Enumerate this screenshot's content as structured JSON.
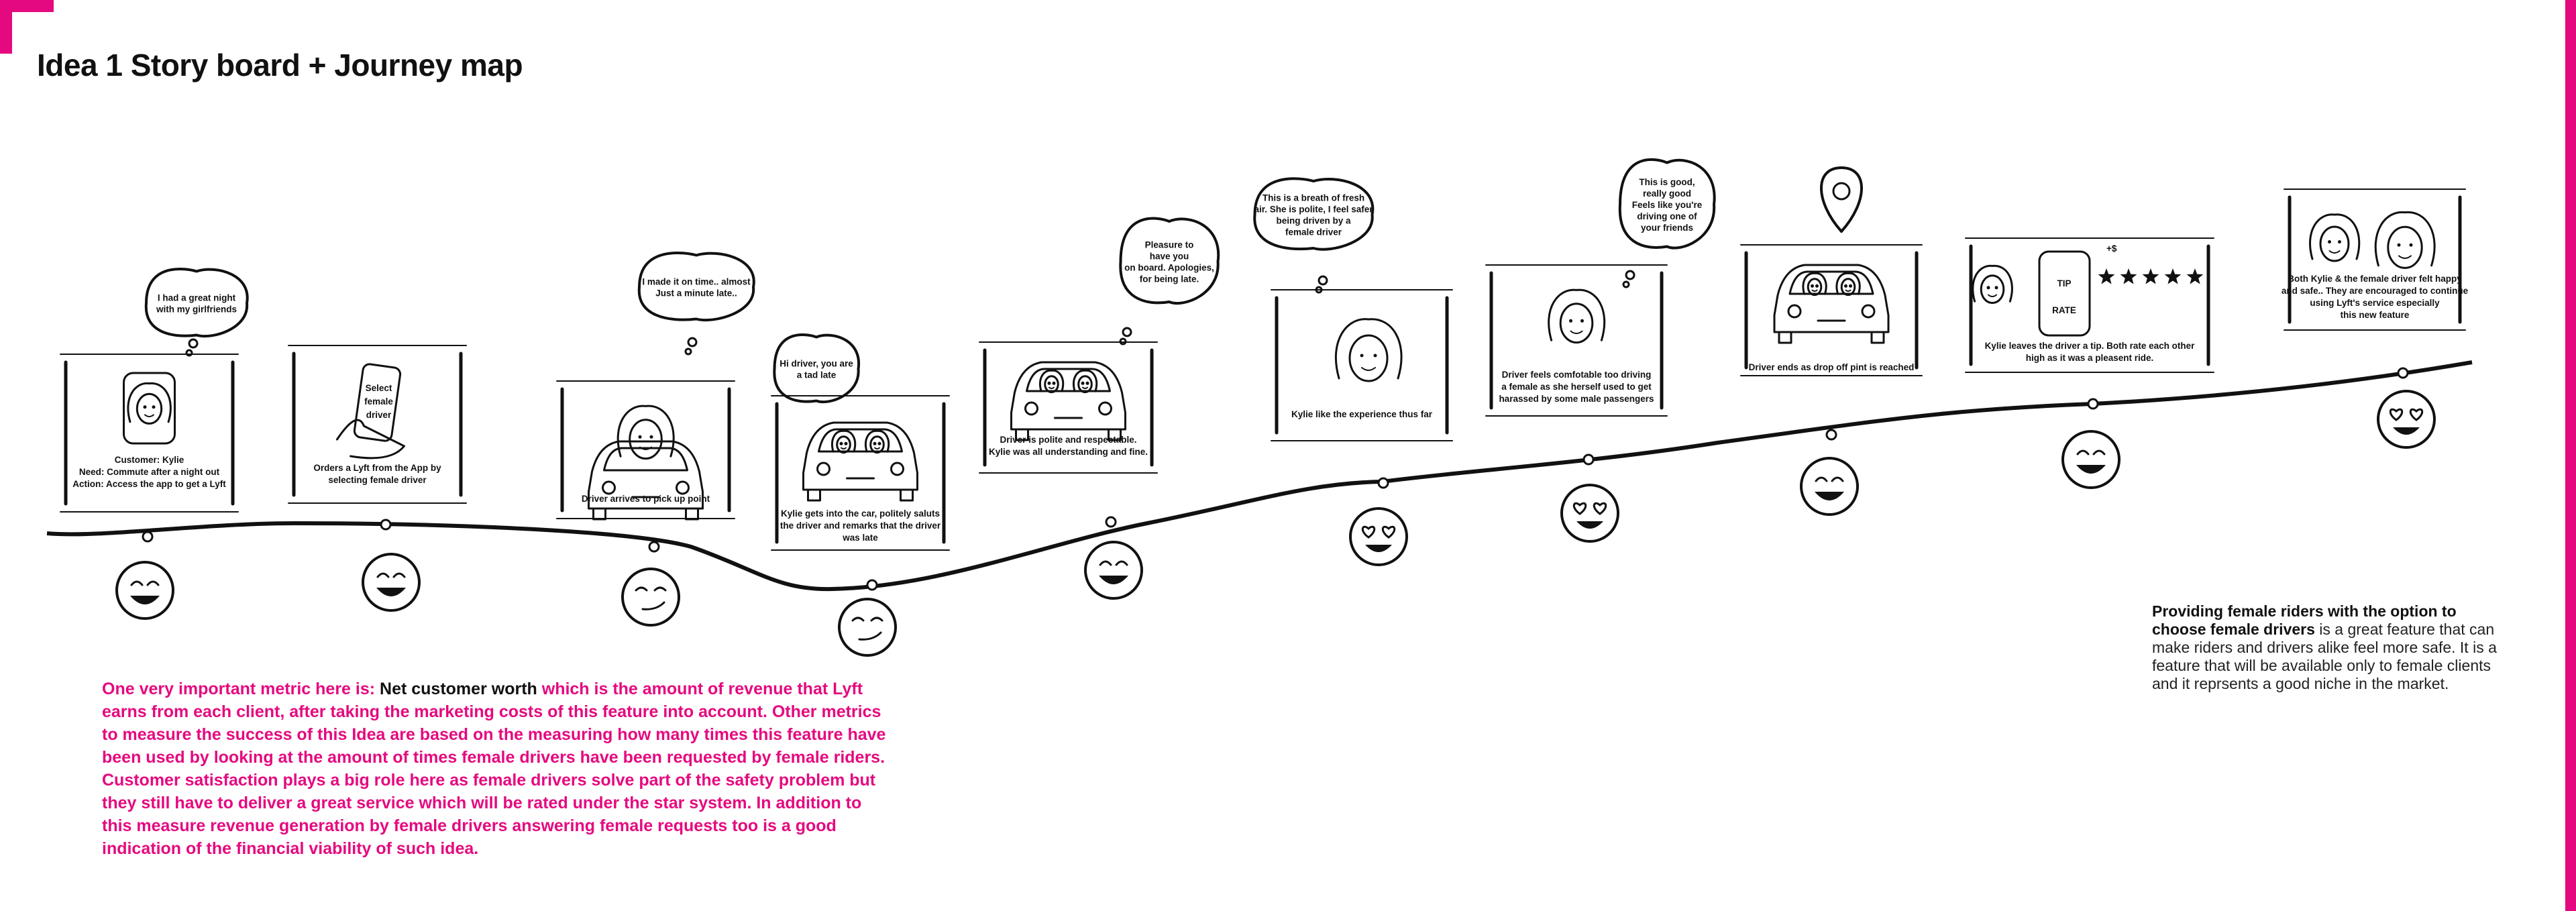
{
  "title": "Idea 1 Story board + Journey map",
  "colors": {
    "accent": "#e5097f",
    "ink": "#111111"
  },
  "steps": [
    {
      "bubble": [
        "I had a great night",
        "with my girlfriends"
      ],
      "caption": [
        "Customer: Kylie",
        "Need: Commute after a night out",
        "Action: Access the app to get a Lyft"
      ],
      "emotion": "happy-face"
    },
    {
      "bubble": [],
      "caption": [
        "Orders a Lyft from the App by",
        "selecting female driver"
      ],
      "emotion": "happy-face"
    },
    {
      "bubble": [
        "I made it on time.. almost",
        "Just a minute late.."
      ],
      "caption": [
        "Driver arrives to pick up point"
      ],
      "emotion": "smirk-face"
    },
    {
      "bubble": [
        "Hi driver, you are",
        "a tad late"
      ],
      "caption": [
        "Kylie gets into the car, politely saluts",
        "the driver and remarks that the driver",
        "was late"
      ],
      "emotion": "smirk-face"
    },
    {
      "bubble": [
        "Pleasure to",
        "have you",
        "on board. Apologies,",
        "for being late."
      ],
      "caption": [
        "Driver is polite and respectable.",
        "Kylie was all understanding and fine."
      ],
      "emotion": "happy-face"
    },
    {
      "bubble": [
        "This is a breath of fresh",
        "air. She is polite, I feel safer",
        "being driven by a",
        "female driver"
      ],
      "caption": [
        "Kylie like the experience thus far"
      ],
      "emotion": "heart-eyes-face"
    },
    {
      "bubble": [
        "This is good,",
        "really good",
        "Feels like you're",
        "driving one of",
        "your friends"
      ],
      "caption": [
        "Driver feels comfotable too driving",
        "a female as she herself used to get",
        "harassed by some male passengers"
      ],
      "emotion": "heart-eyes-face"
    },
    {
      "bubble": [],
      "caption": [
        "Driver ends as drop off pint is reached"
      ],
      "emotion": "happy-face"
    },
    {
      "bubble": [],
      "caption": [
        "Kylie leaves the driver a tip. Both rate each other",
        "high as it was a pleasent ride."
      ],
      "emotion": "happy-face"
    },
    {
      "bubble": [],
      "caption": [
        "Both Kylie & the female driver felt happy",
        "and safe.. They are encouraged to continue",
        "using Lyft's service especially",
        "this new feature"
      ],
      "emotion": "heart-eyes-face"
    }
  ],
  "sketch_labels": {
    "phone_screen": [
      "Select",
      "female",
      "driver"
    ],
    "tip_phone": "TIP",
    "rate_label": "RATE",
    "money": "+$"
  },
  "metric": {
    "intro": "One very important metric here is: ",
    "highlight": "Net customer worth",
    "body": " which is the amount of revenue that Lyft earns from each client, after taking the marketing costs of this feature into account. Other metrics to measure the success of this Idea are based on the measuring how many times this feature have been used by looking at the amount of times female drivers have been requested by female riders. Customer satisfaction plays a big role here as female drivers solve part of the safety problem but they still have to deliver a great service which will be rated under the star system. In addition to this measure revenue generation by female drivers answering female requests too is a good indication of the financial viability of such idea."
  },
  "summary": {
    "highlight": "Providing female riders with the option to choose female drivers",
    "body": " is a great feature that can make riders and drivers alike feel more safe. It is a feature that will be available only to female clients and it reprsents a good niche in the market."
  }
}
